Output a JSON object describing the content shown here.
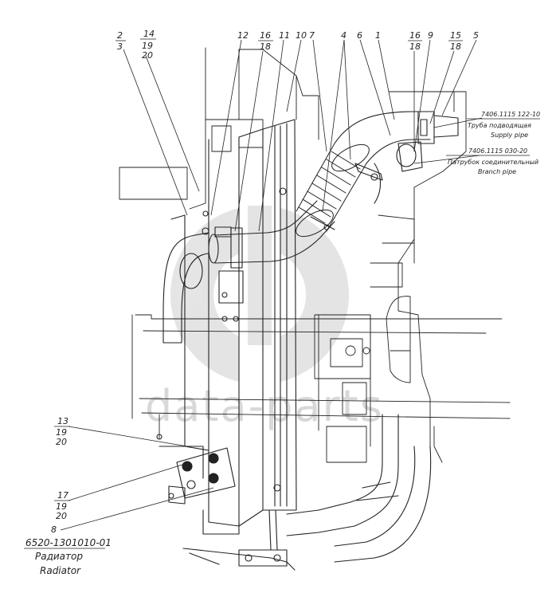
{
  "callouts": {
    "c2": "2",
    "c3": "3",
    "c14": "14",
    "c19a": "19",
    "c20a": "20",
    "c12": "12",
    "c16a": "16",
    "c18a": "18",
    "c11": "11",
    "c10": "10",
    "c7": "7",
    "c4": "4",
    "c6": "6",
    "c1": "1",
    "c16b": "16",
    "c18b": "18",
    "c9": "9",
    "c15": "15",
    "c18c": "18",
    "c5": "5",
    "c13": "13",
    "c19b": "19",
    "c20b": "20",
    "c17": "17",
    "c19c": "19",
    "c20c": "20",
    "c8": "8"
  },
  "labels": {
    "supply_code": "7406.1115 122-10",
    "supply_ru": "Труба подводящая",
    "supply_en": "Supply pipe",
    "branch_code": "7406.1115 030-20",
    "branch_ru": "Патрубок соединительный",
    "branch_en": "Branch pipe",
    "radiator_code": "6520-1301010-01",
    "radiator_ru": "Радиатор",
    "radiator_en": "Radiator"
  },
  "watermark": {
    "text": "data-parts",
    "color": "#d4d4d4"
  },
  "colors": {
    "line": "#222222",
    "paper": "#ffffff"
  }
}
